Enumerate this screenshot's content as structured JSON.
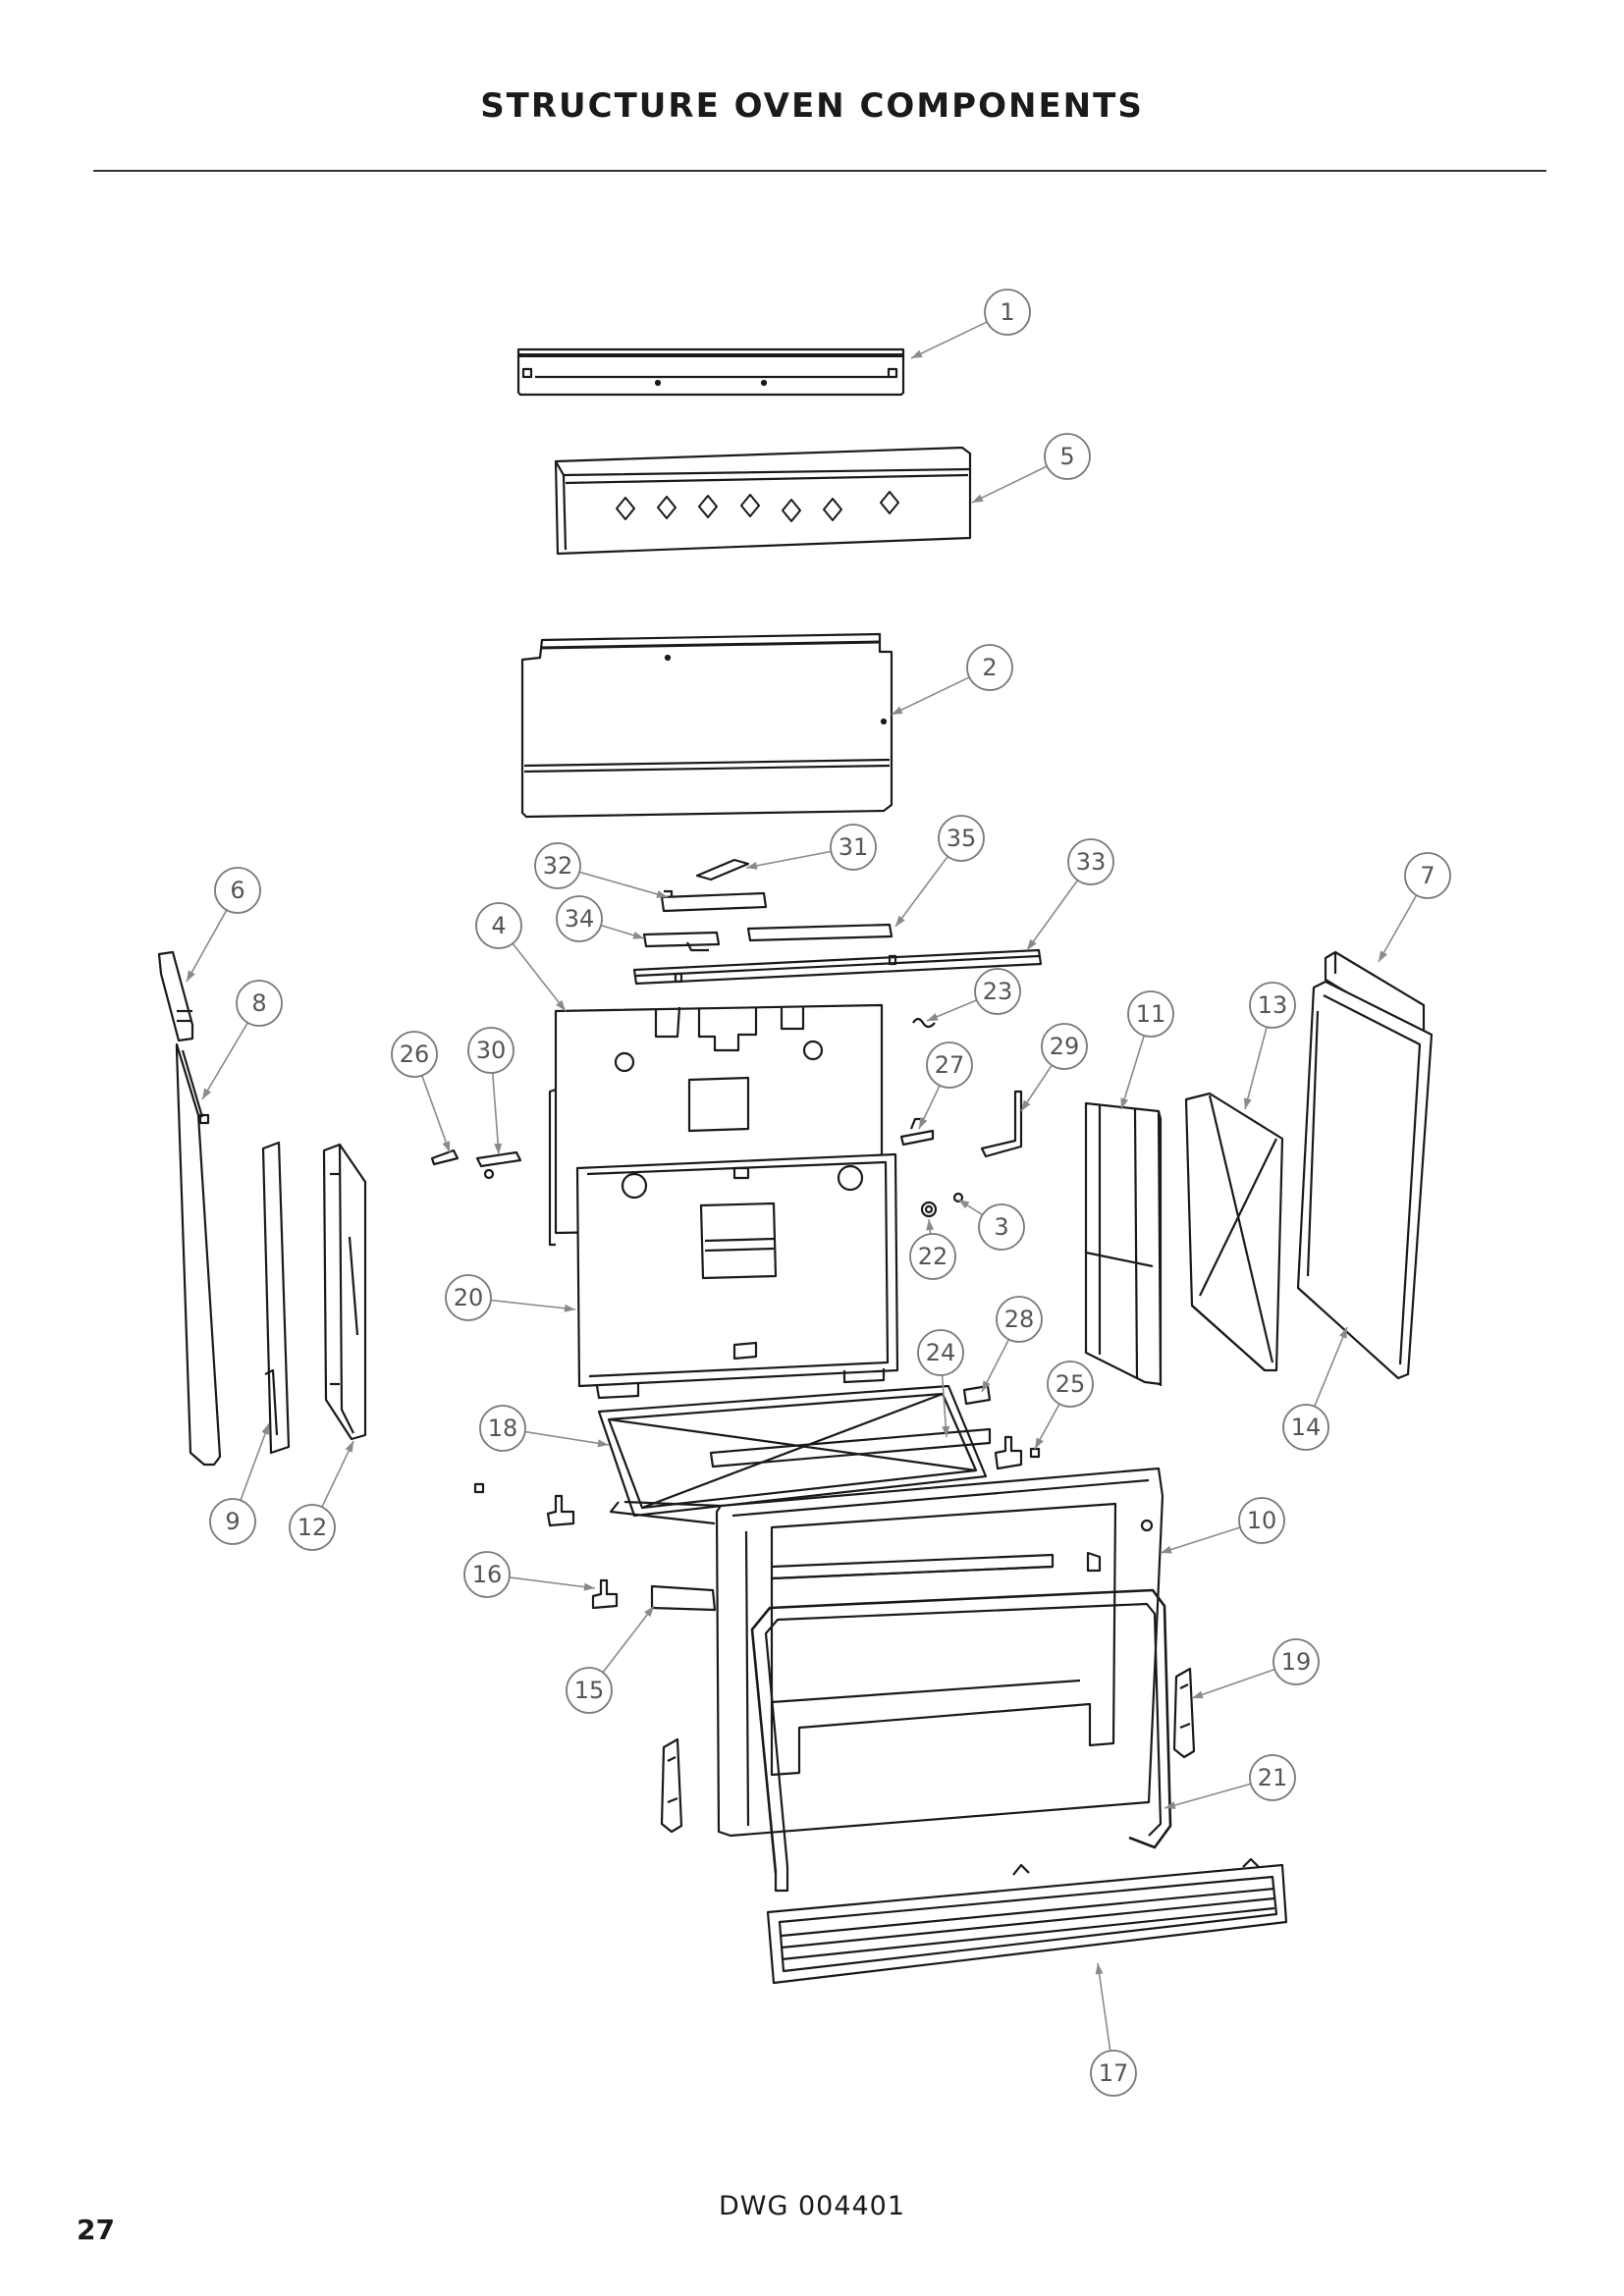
{
  "title": "STRUCTURE OVEN COMPONENTS",
  "drawing_number": "DWG 004401",
  "page_number": "27",
  "colors": {
    "line": "#1a1a1a",
    "callout": "#7a7a7a",
    "leader": "#8a8a8a"
  },
  "callouts": [
    "1",
    "2",
    "3",
    "4",
    "5",
    "6",
    "7",
    "8",
    "9",
    "10",
    "11",
    "12",
    "13",
    "14",
    "15",
    "16",
    "17",
    "18",
    "19",
    "20",
    "21",
    "22",
    "23",
    "24",
    "25",
    "26",
    "27",
    "28",
    "29",
    "30",
    "31",
    "32",
    "33",
    "34",
    "35"
  ]
}
